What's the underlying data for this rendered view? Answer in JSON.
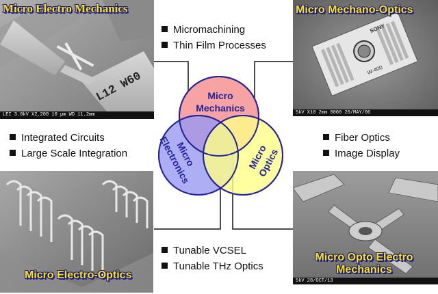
{
  "corners": {
    "top_left": "Micro  Electro Mechanics",
    "top_right": "Micro Mechano-Optics",
    "bottom_left": "Micro Electro-Optics",
    "bottom_right_line1": "Micro Opto Electro",
    "bottom_right_line2": "Mechanics"
  },
  "bullets": {
    "top": [
      "Micromachining",
      "Thin Film Processes"
    ],
    "left": [
      "Integrated Circuits",
      "Large Scale Integration"
    ],
    "right": [
      "Fiber Optics",
      "Image Display"
    ],
    "bottom": [
      "Tunable VCSEL",
      "Tunable THz Optics"
    ]
  },
  "venn": {
    "mechanics_line1": "Micro",
    "mechanics_line2": "Mechanics",
    "electronics_line1": "Micro",
    "electronics_line2": "Electronics",
    "optics_line1": "Micro",
    "optics_line2": "Optics",
    "colors": {
      "mechanics": "#f7a3a3",
      "electronics": "#9a9af2",
      "optics": "#ffff88",
      "outline": "#22229a",
      "text": "#22229a"
    }
  },
  "photo_labels": {
    "tl_chip": "L12 W60",
    "tl_info": "LEI   3.0kV X2,200  10 µm   WD 11.2mm",
    "tr_brand": "SONY",
    "tr_chip": "W-400",
    "tr_info": "5kV    X10  2mm 0000 20/MAY/06",
    "br_info": "5kV                    28/OCT/13"
  }
}
